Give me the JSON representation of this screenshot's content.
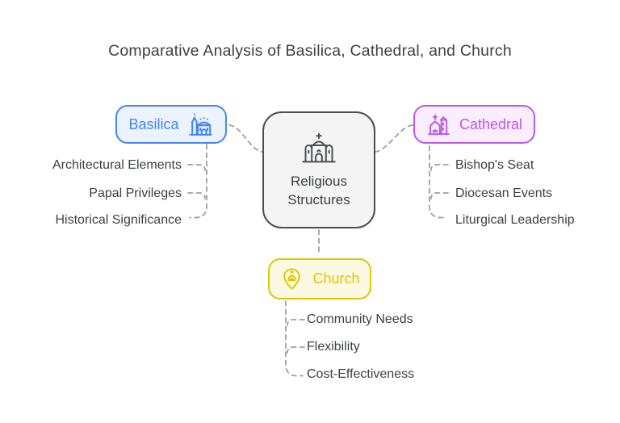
{
  "title": "Comparative Analysis of Basilica, Cathedral, and Church",
  "center_node": {
    "label": "Religious Structures",
    "icon": "religious-building-icon"
  },
  "branches": [
    {
      "id": "basilica",
      "label": "Basilica",
      "icon": "basilica-towers-icon",
      "color": "#4285f4",
      "bg": "#ecf3fe",
      "items": [
        "Architectural Elements",
        "Papal Privileges",
        "Historical Significance"
      ]
    },
    {
      "id": "cathedral",
      "label": "Cathedral",
      "icon": "cathedral-cross-tower-icon",
      "color": "#bd57ea",
      "bg": "#f9eefe",
      "items": [
        "Bishop's Seat",
        "Diocesan Events",
        "Liturgical Leadership"
      ]
    },
    {
      "id": "church",
      "label": "Church",
      "icon": "church-location-pin-icon",
      "color": "#ddc702",
      "bg": "#fcf9e3",
      "items": [
        "Community Needs",
        "Flexibility",
        "Cost-Effectiveness"
      ]
    }
  ],
  "colors": {
    "text": "#3d4145",
    "connector": "#9aa0a6",
    "center_border": "#4b4e53",
    "center_bg": "#f4f4f4"
  }
}
